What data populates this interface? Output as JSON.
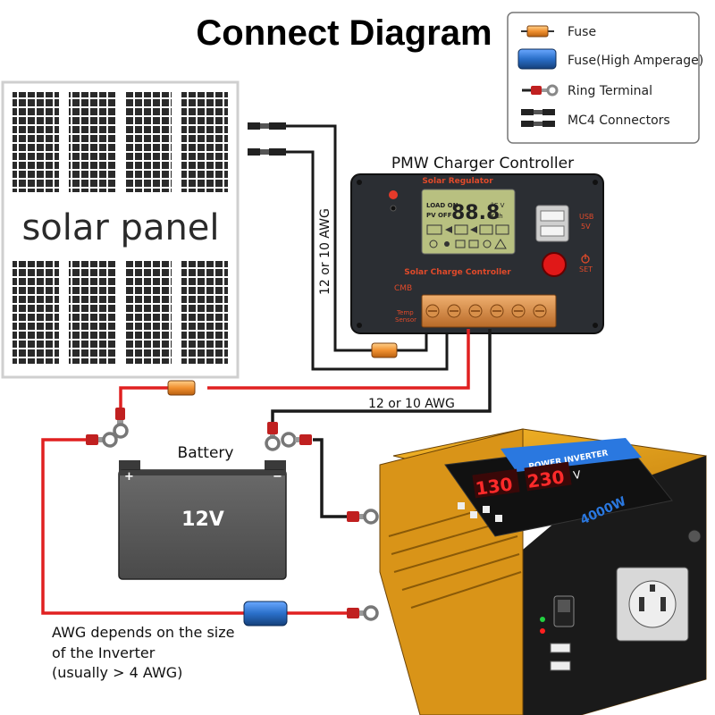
{
  "title": "Connect Diagram",
  "legend": {
    "items": [
      {
        "label": "Fuse",
        "icon": "fuse-icon"
      },
      {
        "label": "Fuse(High Amperage)",
        "icon": "high-amp-fuse-icon"
      },
      {
        "label": "Ring Terminal",
        "icon": "ring-terminal-icon"
      },
      {
        "label": "MC4 Connectors",
        "icon": "mc4-connector-icon"
      }
    ]
  },
  "solar_panel": {
    "label": "solar panel"
  },
  "controller": {
    "caption": "PMW Charger Controller",
    "brand": "Solar Regulator",
    "subtitle": "Solar Charge Controller",
    "model": "CMB",
    "temp": "Temp",
    "sensor": "Sensor",
    "load_on": "LOAD ON",
    "pv_off": "PV OFF",
    "lcd_digits": "88.8",
    "unit_v": "°C V",
    "unit_kah": "KAh",
    "usb": "USB",
    "usb_v": "5V",
    "set": "SET"
  },
  "wires": {
    "awg_vertical": "12 or 10 AWG",
    "awg_horizontal": "12 or 10 AWG",
    "inverter_note": [
      "AWG depends on the size",
      "of the Inverter",
      "(usually  > 4 AWG)"
    ]
  },
  "battery": {
    "label": "Battery",
    "voltage": "12V",
    "plus": "+",
    "minus": "−"
  },
  "inverter": {
    "band": "POWER INVERTER",
    "watt": "4000W",
    "d1": "130",
    "d2": "230",
    "v": "V"
  },
  "colors": {
    "fuse": "#f0a04a",
    "high_amp_fuse": "#2a6fc9",
    "red_wire": "#e02020",
    "black_wire": "#1a1a1a",
    "controller_body": "#2b2e33",
    "inverter_body": "#e8a018",
    "battery_body": "#5a5a5a"
  }
}
